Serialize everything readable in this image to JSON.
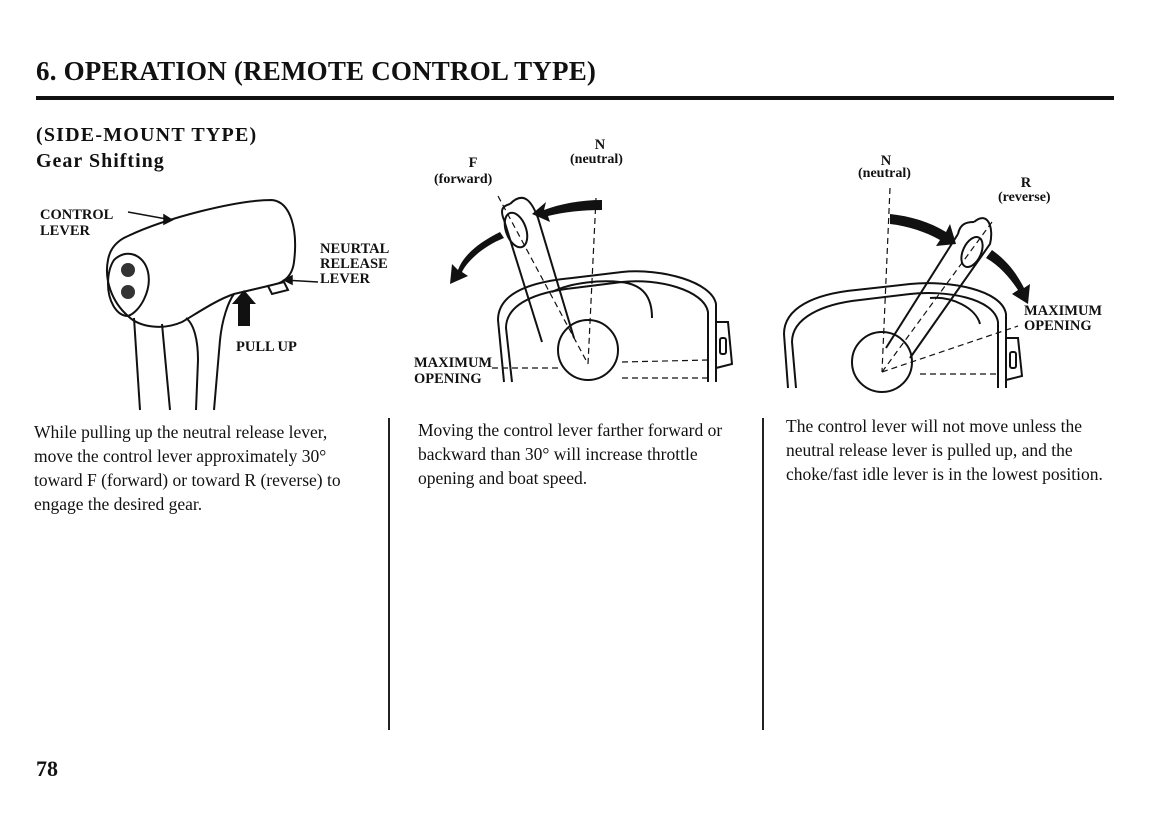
{
  "header": {
    "title": "6. OPERATION (REMOTE CONTROL TYPE)",
    "subtitle": "(SIDE-MOUNT TYPE)",
    "section": "Gear Shifting"
  },
  "figure1": {
    "control_lever_1": "CONTROL",
    "control_lever_2": "LEVER",
    "release_1": "NEURTAL",
    "release_2": "RELEASE",
    "release_3": "LEVER",
    "pull_up": "PULL UP"
  },
  "figure2": {
    "f_letter": "F",
    "f_word": "(forward)",
    "n_letter": "N",
    "n_word": "(neutral)",
    "max_1": "MAXIMUM",
    "max_2": "OPENING"
  },
  "figure3": {
    "n_letter": "N",
    "n_word": "(neutral)",
    "r_letter": "R",
    "r_word": "(reverse)",
    "max_1": "MAXIMUM",
    "max_2": "OPENING"
  },
  "body": {
    "col1": "While pulling up the neutral release lever, move the control lever approximately 30° toward F (forward) or toward R (reverse) to engage the desired gear.",
    "col2": "Moving the control lever farther forward or backward than 30° will increase throttle opening and boat speed.",
    "col3": "The control lever will not move unless the neutral release lever is pulled up, and the choke/fast idle lever is in the lowest position."
  },
  "footer": {
    "page_number": "78"
  }
}
